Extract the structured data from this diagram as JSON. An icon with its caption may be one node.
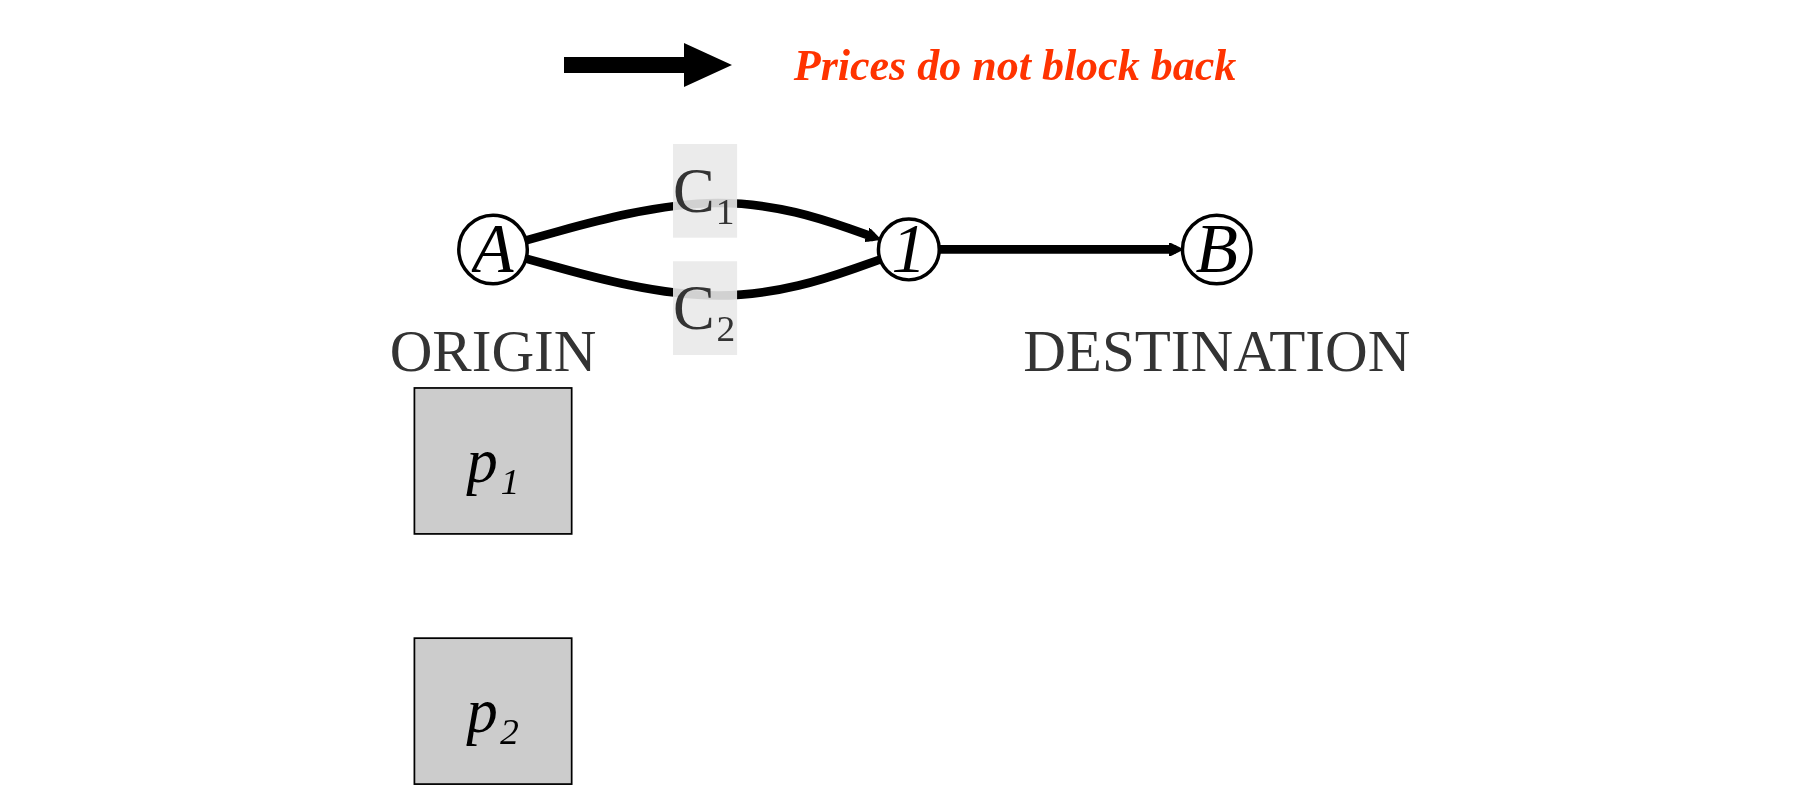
{
  "diagram": {
    "nodes": [
      {
        "text": [
          "A"
        ],
        "beside": [
          "ORIGIN"
        ]
      },
      {
        "text": [
          "1"
        ]
      },
      {
        "text": [
          "B"
        ],
        "beside": [
          "DESTINATION"
        ]
      },
      {
        "text": [
          "p₁"
        ]
      },
      {
        "text": [
          "p₂"
        ]
      }
    ],
    "edges": [
      {
        "from": 0,
        "to": 1,
        "arrow": "to",
        "label": "C₁"
      },
      {
        "from": 0,
        "to": 1,
        "arrow": "none",
        "label": "C₂"
      },
      {
        "from": 1,
        "to": 2,
        "arrow": "to"
      }
    ],
    "labels": [
      "Prices do not block back"
    ]
  }
}
